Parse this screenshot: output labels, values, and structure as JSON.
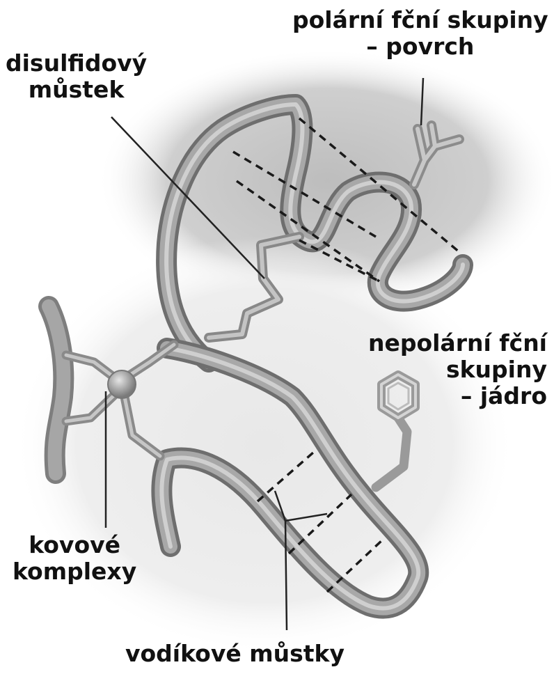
{
  "labels": {
    "polar_line1": "polární fční skupiny",
    "polar_line2": "– povrch",
    "disulfid_line1": "disulfidový",
    "disulfid_line2": "můstek",
    "nepolar_line1": "nepolární fční",
    "nepolar_line2": "skupiny",
    "nepolar_line3": "– jádro",
    "kovove_line1": "kovové",
    "kovove_line2": "komplexy",
    "vodik": "vodíkové můstky"
  },
  "colors": {
    "background_blob": "#c9c9c9",
    "ribbon": "#9a9a9a",
    "ribbon_dark": "#6e6e6e",
    "ribbon_light": "#bdbdbd",
    "leader": "#222222"
  }
}
